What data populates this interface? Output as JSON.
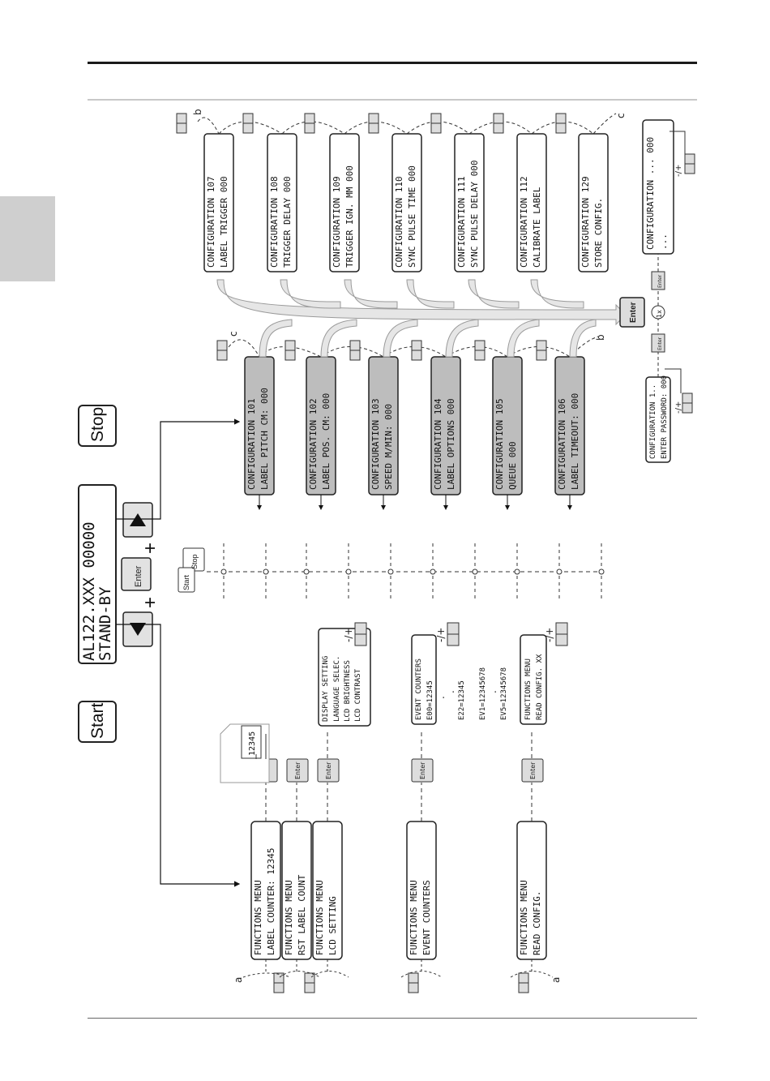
{
  "status_display": {
    "line1": "AL122.XXX      00000",
    "line2": "STAND-BY"
  },
  "buttons": {
    "start": "Start",
    "stop": "Stop",
    "enter": "Enter",
    "plus": "+"
  },
  "switch_labels": {
    "start": "Start",
    "stop": "Stop"
  },
  "functions_menu": [
    {
      "line1": "FUNCTIONS MENU",
      "line2": "LABEL COUNTER: 12345"
    },
    {
      "line1": "FUNCTIONS MENU",
      "line2": "RST LABEL COUNT"
    },
    {
      "line1": "FUNCTIONS MENU",
      "line2": "LCD SETTING"
    },
    {
      "line1": "FUNCTIONS MENU",
      "line2": "EVENT COUNTERS"
    },
    {
      "line1": "FUNCTIONS MENU",
      "line2": "READ CONFIG."
    }
  ],
  "counter_value": "12345",
  "display_setting": {
    "lines": [
      "DISPLAY SETTING",
      "LANGUAGE SELEC.",
      "LCD BRIGHTNESS",
      "LCD CONTRAST"
    ]
  },
  "event_counters": {
    "lines": [
      "EVENT COUNTERS",
      "E00=12345"
    ],
    "extra": [
      "E22=12345",
      "EV1=12345678",
      "EV5=12345678"
    ]
  },
  "read_config": {
    "lines": [
      "FUNCTIONS MENU",
      "READ CONFIG. XX"
    ]
  },
  "config_gray": [
    {
      "line1": "CONFIGURATION   101",
      "line2": "LABEL PITCH CM:  000"
    },
    {
      "line1": "CONFIGURATION   102",
      "line2": "LABEL POS. CM:  000"
    },
    {
      "line1": "CONFIGURATION   103",
      "line2": "SPEED M/MIN:   000"
    },
    {
      "line1": "CONFIGURATION   104",
      "line2": "LABEL OPTIONS   000"
    },
    {
      "line1": "CONFIGURATION   105",
      "line2": "QUEUE   000"
    },
    {
      "line1": "CONFIGURATION   106",
      "line2": "LABEL TIMEOUT:  000"
    }
  ],
  "config_white": [
    {
      "line1": "CONFIGURATION   107",
      "line2": "LABEL TRIGGER  000"
    },
    {
      "line1": "CONFIGURATION   108",
      "line2": "TRIGGER DELAY   000"
    },
    {
      "line1": "CONFIGURATION   109",
      "line2": "TRIGGER IGN. MM 000"
    },
    {
      "line1": "CONFIGURATION   110",
      "line2": "SYNC PULSE TIME 000"
    },
    {
      "line1": "CONFIGURATION   111",
      "line2": "SYNC PULSE DELAY 000"
    },
    {
      "line1": "CONFIGURATION   112",
      "line2": "CALIBRATE LABEL"
    },
    {
      "line1": "CONFIGURATION   129",
      "line2": "STORE CONFIG."
    }
  ],
  "password": {
    "line1": "CONFIGURATION   1..",
    "line2": "ENTER PASSWORD:  000"
  },
  "config_generic": {
    "line1": "CONFIGURATION       ...       000",
    "line2": "..."
  },
  "minus_plus": "-/+",
  "once_label": "1x",
  "loop_markers": {
    "a": "a",
    "b": "b",
    "c": "c"
  },
  "dots": "."
}
